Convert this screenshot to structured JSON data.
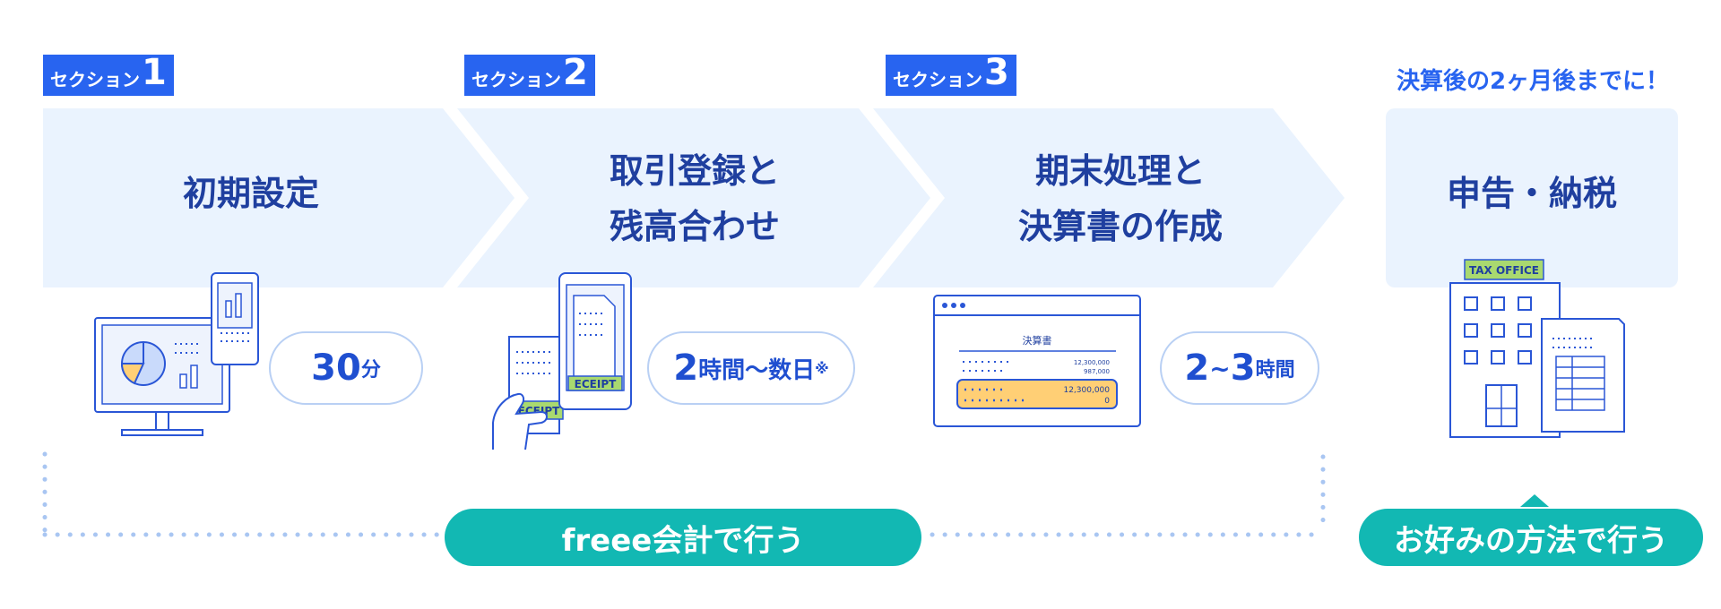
{
  "sections": [
    {
      "prefix": "セクション",
      "num": "1",
      "title": "初期設定",
      "time_num": "30",
      "time_unit": "分"
    },
    {
      "prefix": "セクション",
      "num": "2",
      "title_lines": [
        "取引登録と",
        "残高合わせ"
      ],
      "time_num": "2",
      "time_unit": "時間〜数日",
      "time_mark": "※"
    },
    {
      "prefix": "セクション",
      "num": "3",
      "title_lines": [
        "期末処理と",
        "決算書の作成"
      ],
      "time_num_a": "2",
      "time_sep": "~",
      "time_num_b": "3",
      "time_unit": "時間"
    }
  ],
  "final_step": {
    "deadline": "決算後の2ヶ月後までに！",
    "title": "申告・納税"
  },
  "illustrations": {
    "receipt_label": "ECEIPT",
    "document_title": "決算書",
    "doc_values": [
      "12,300,000",
      "987,000",
      "12,300,000",
      "0"
    ],
    "office_sign": "TAX OFFICE"
  },
  "actions": {
    "freee": "freee会計で行う",
    "own": "お好みの方法で行う"
  },
  "colors": {
    "accent": "#2864f0",
    "chevron": "#eaf3fe",
    "teal": "#12b8b3",
    "highlight": "#ffcf75"
  }
}
